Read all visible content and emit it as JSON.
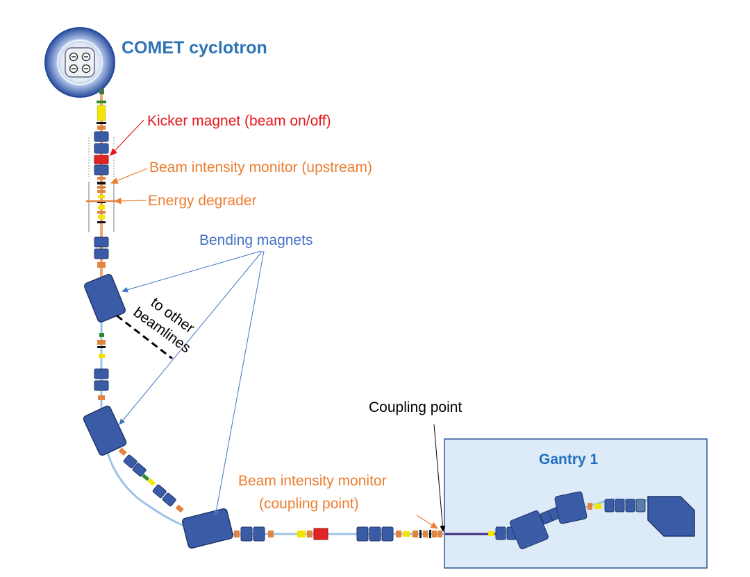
{
  "labels": {
    "cyclotron": "COMET cyclotron",
    "kicker": "Kicker magnet (beam on/off)",
    "bim_upstream": "Beam intensity monitor (upstream)",
    "degrader": "Energy degrader",
    "bending": "Bending magnets",
    "other_1": "to other",
    "other_2": "beamlines",
    "coupling": "Coupling point",
    "bim_coupling_1": "Beam intensity monitor",
    "bim_coupling_2": "(coupling point)",
    "gantry": "Gantry 1"
  },
  "colors": {
    "cyclotron_label": "#2e74b5",
    "kicker": "#e8141b",
    "monitor": "#ed7d31",
    "bending": "#4472c4",
    "magnet": "#3a5ba6",
    "magnet_edge": "#1f3468",
    "beam_pipe": "#9dc3e6",
    "gantry_fill": "#ddeaf8",
    "gantry_border": "#2f5597",
    "gantry_label": "#1f6fbf",
    "quad_orange": "#e0843f",
    "yellow": "#f2e600",
    "red": "#e02424"
  }
}
